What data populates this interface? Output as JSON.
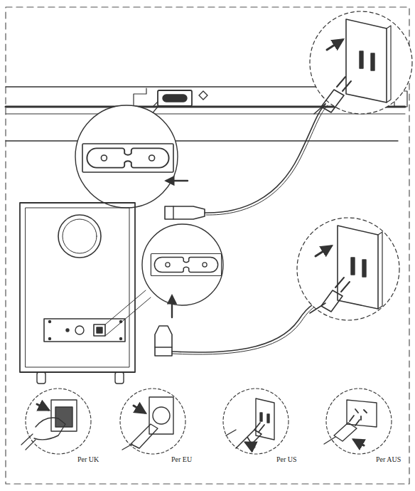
{
  "diagram": {
    "labels": [
      "Per UK",
      "Per EU",
      "Per US",
      "Per AUS"
    ]
  }
}
